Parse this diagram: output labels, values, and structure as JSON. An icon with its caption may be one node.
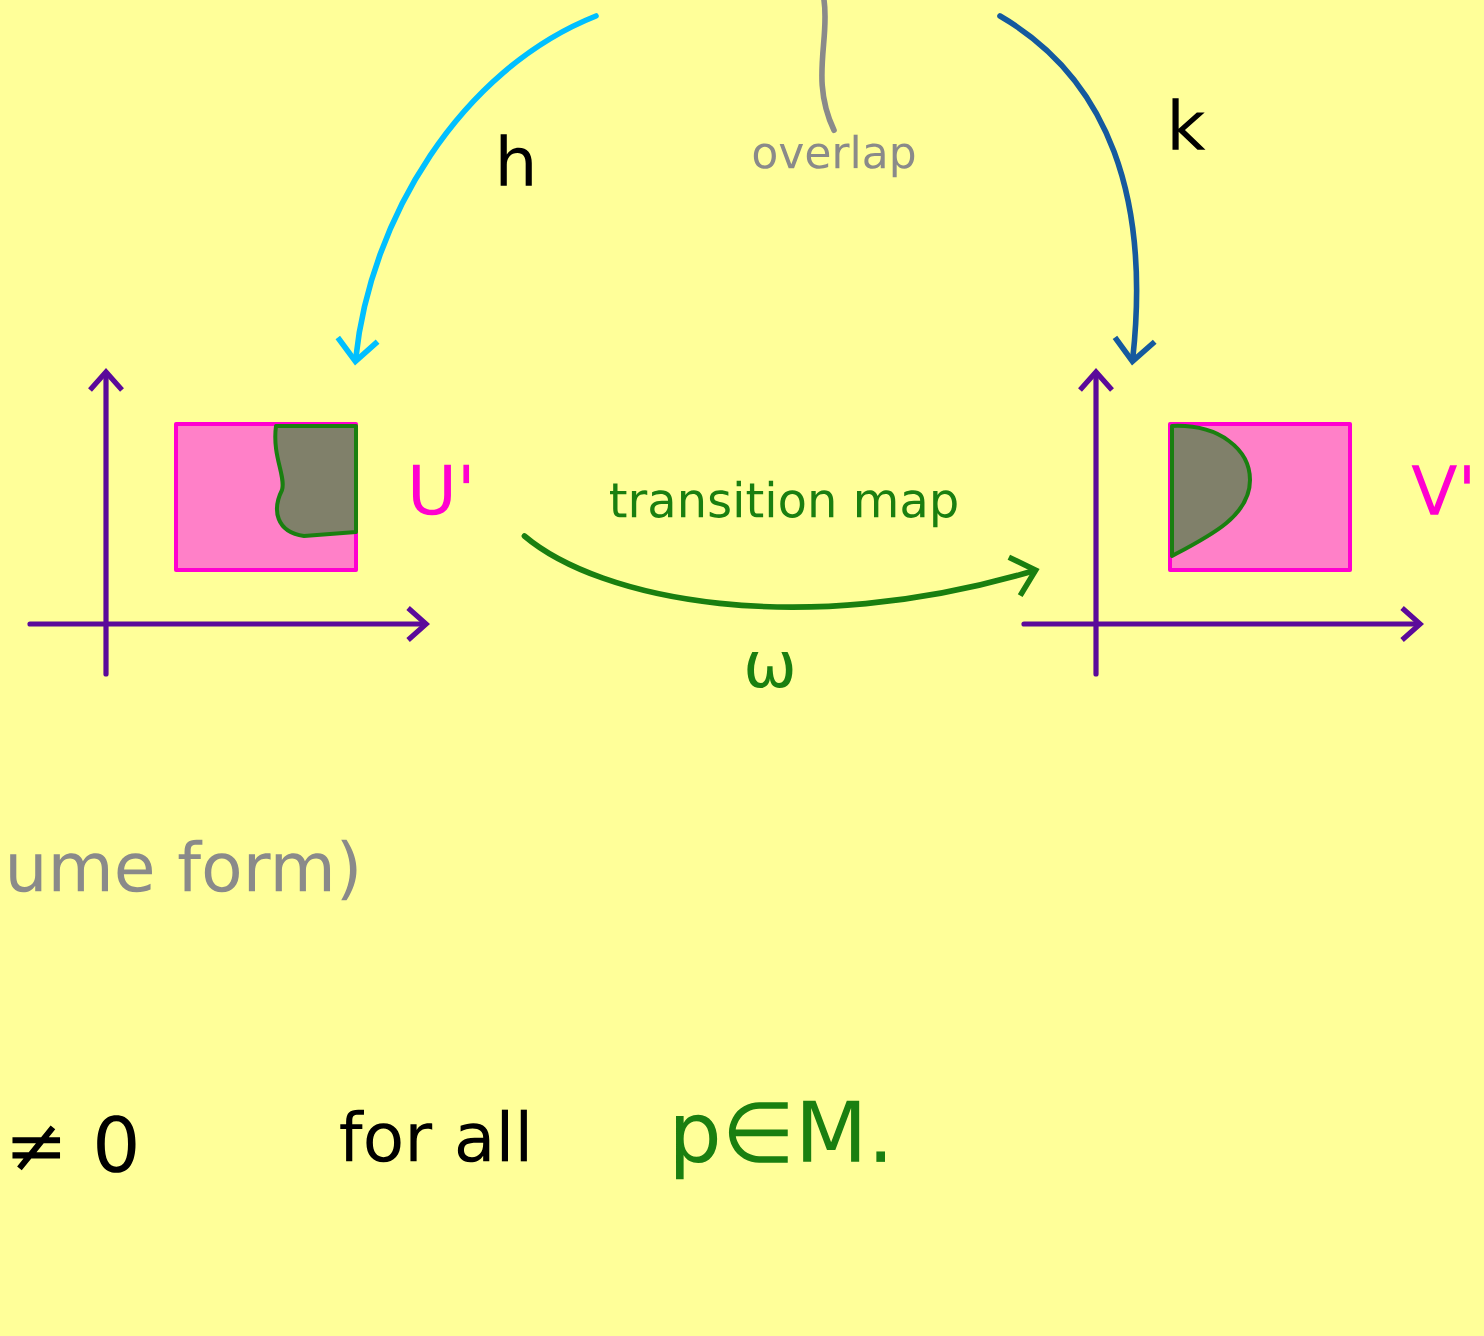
{
  "diagram": {
    "nodes": [
      {
        "text": [
          "U'"
        ]
      },
      {
        "text": [
          "V'"
        ]
      },
      {
        "text": [
          "overlap"
        ]
      }
    ],
    "edges": [
      {
        "from": null,
        "to": 0,
        "arrow": "to",
        "label": "h",
        "color": "#00bfff"
      },
      {
        "from": null,
        "to": 1,
        "arrow": "to",
        "label": "k",
        "color": "#155a9e"
      },
      {
        "from": 0,
        "to": 1,
        "arrow": "to",
        "label": "ω",
        "color": "#1a7f10"
      },
      {
        "from": 2,
        "to": null,
        "arrow": "none",
        "color": "#8a8a8a"
      }
    ],
    "labels": [
      "transition map",
      "ume form)",
      "≠ 0",
      "for all",
      "p∈M."
    ]
  }
}
